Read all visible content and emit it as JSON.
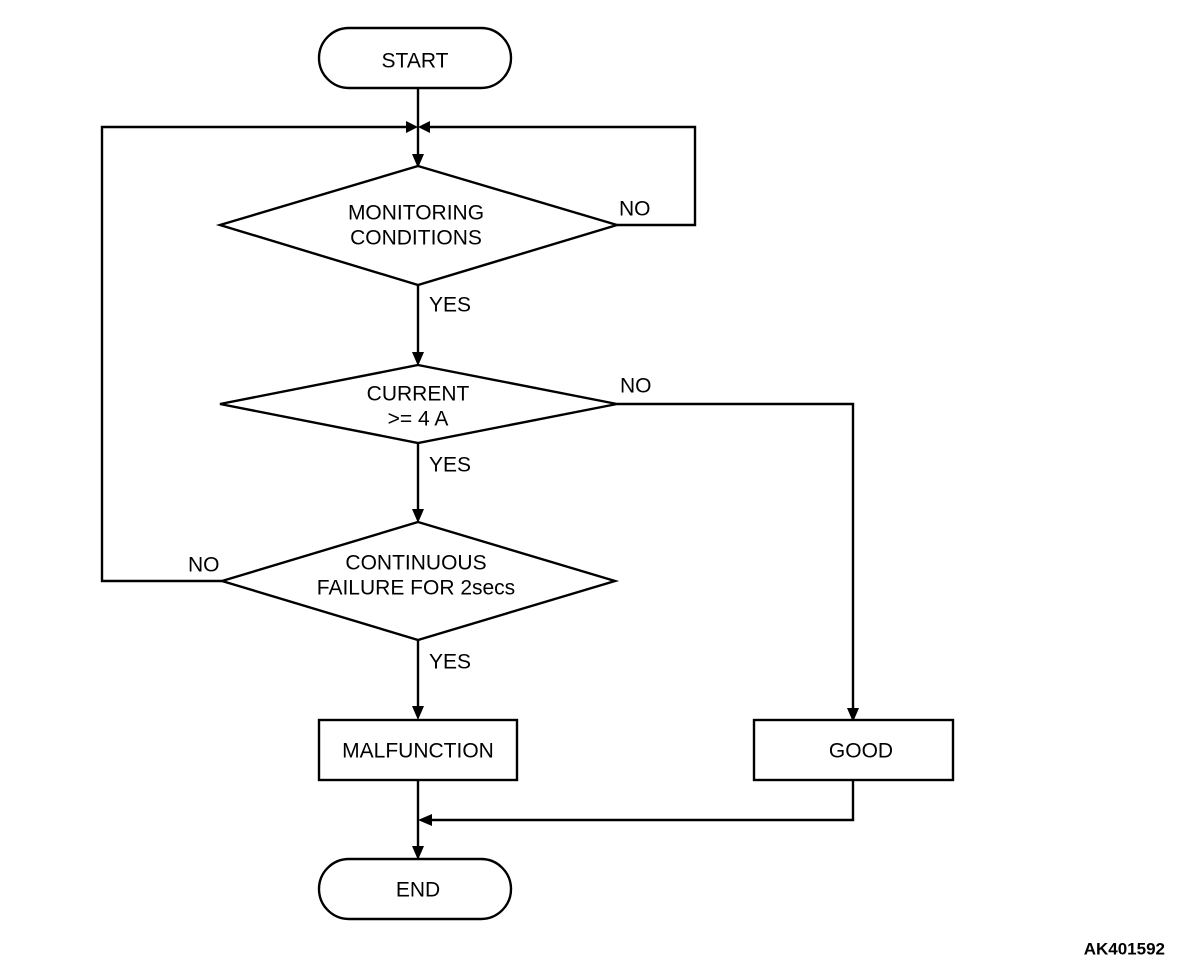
{
  "flowchart": {
    "start": "START",
    "end": "END",
    "decision_monitoring": {
      "line1": "MONITORING",
      "line2": "CONDITIONS"
    },
    "decision_current": {
      "line1": "CURRENT",
      "line2": ">= 4 A"
    },
    "decision_continuous": {
      "line1": "CONTINUOUS",
      "line2": "FAILURE FOR 2secs"
    },
    "malfunction": "MALFUNCTION",
    "good": "GOOD",
    "yes_label": "YES",
    "no_label": "NO"
  },
  "figure_code": "AK401592"
}
